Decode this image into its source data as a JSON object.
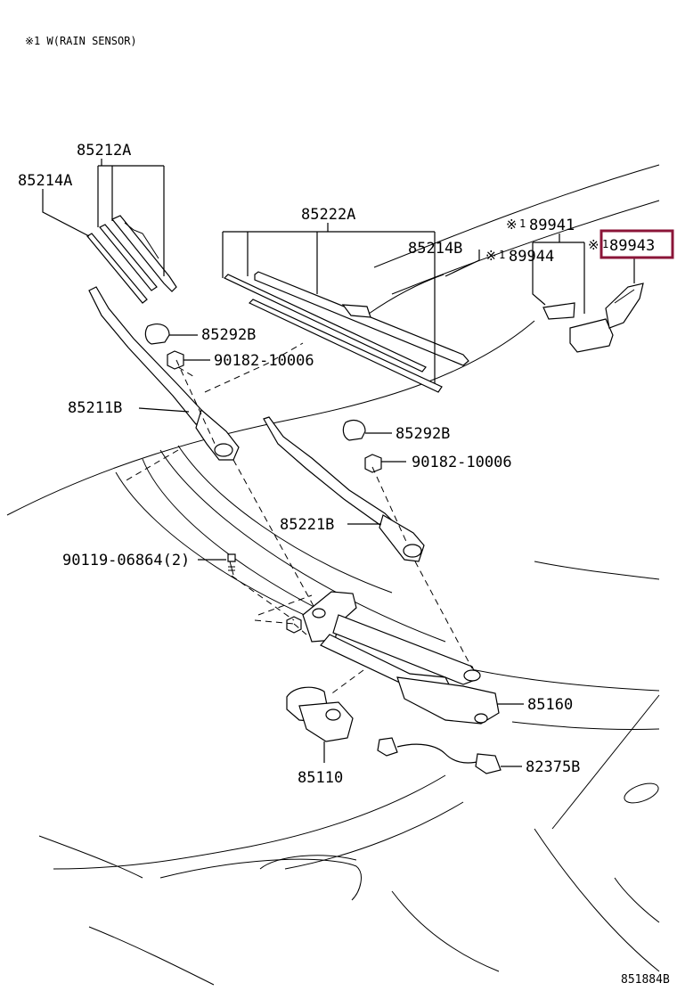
{
  "note": "※1 W(RAIN SENSOR)",
  "reference": "851884B",
  "highlight_color": "#8b1538",
  "parts": {
    "p85212A": "85212A",
    "p85214A": "85214A",
    "p85222A": "85222A",
    "p85214B": "85214B",
    "p89941": "89941",
    "p89944": "89944",
    "p89943": "89943",
    "p85292B_1": "85292B",
    "p90182_1": "90182-10006",
    "p85211B": "85211B",
    "p85292B_2": "85292B",
    "p90182_2": "90182-10006",
    "p85221B": "85221B",
    "p90119": "90119-06864(2)",
    "p85160": "85160",
    "p85110": "85110",
    "p82375B": "82375B"
  },
  "markers": {
    "star": "※",
    "one": "1"
  }
}
